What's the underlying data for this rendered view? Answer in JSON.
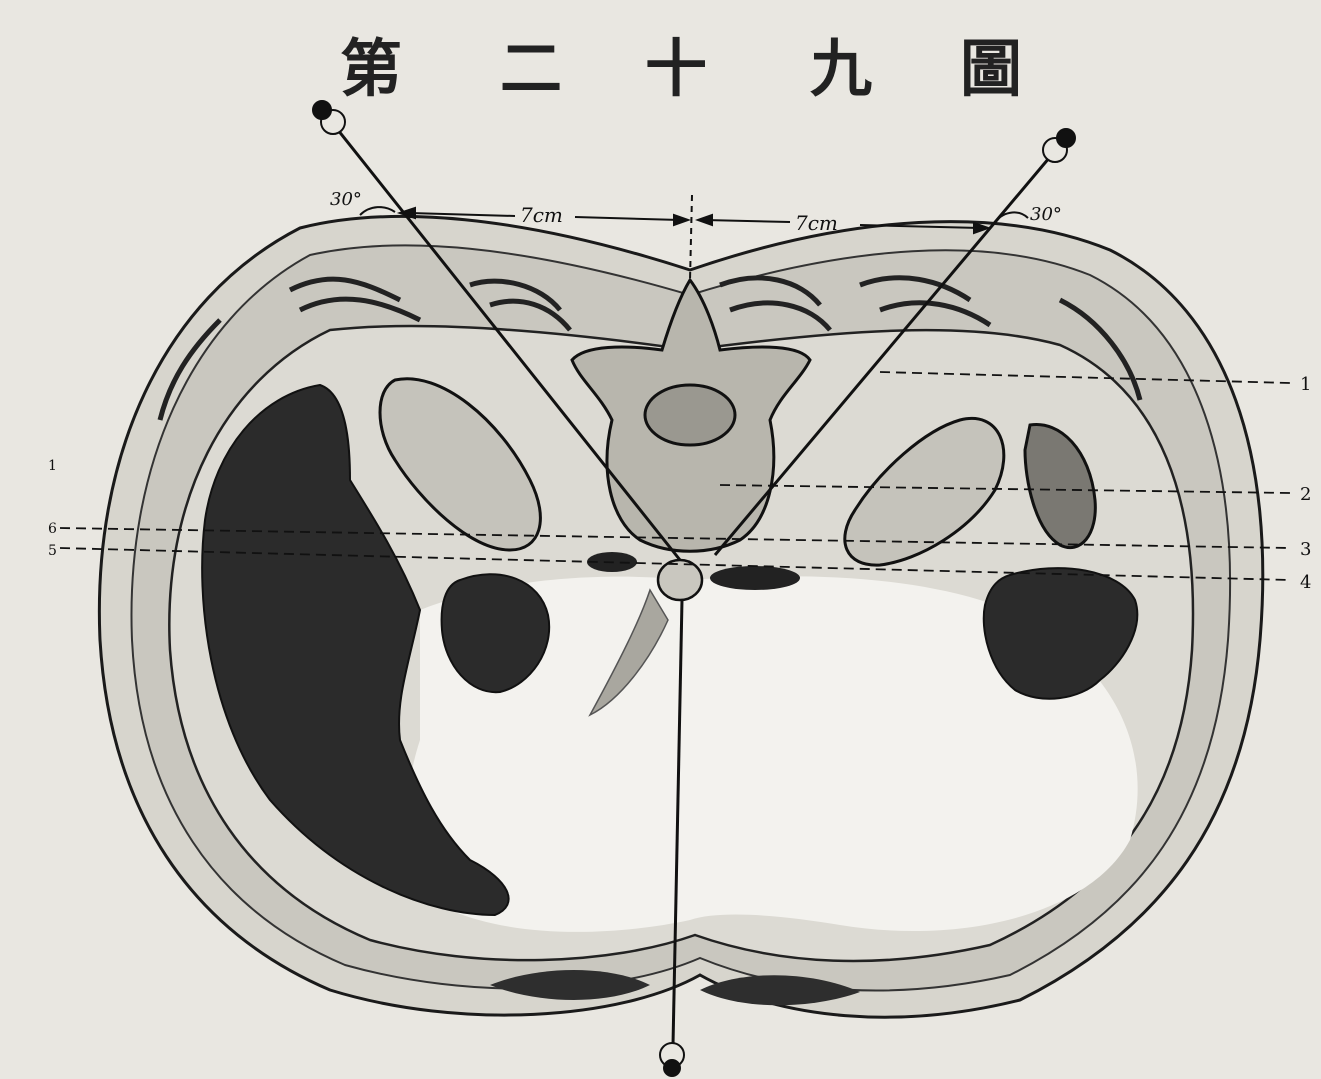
{
  "figure": {
    "title_chars": [
      "第",
      "二",
      "十",
      "九",
      "圖"
    ],
    "left_angle": "30°",
    "right_angle": "30°",
    "left_distance": "7cm",
    "right_distance": "7cm",
    "right_markers": [
      "1",
      "2",
      "3",
      "4"
    ],
    "left_markers": [
      "1",
      "6",
      "5"
    ]
  },
  "colors": {
    "paper": "#e9e7e1",
    "ink": "#1a1a1a",
    "tissue": "#d4d2ca",
    "organ_dark": "#2a2a2a",
    "cavity": "#f2f1ec"
  }
}
